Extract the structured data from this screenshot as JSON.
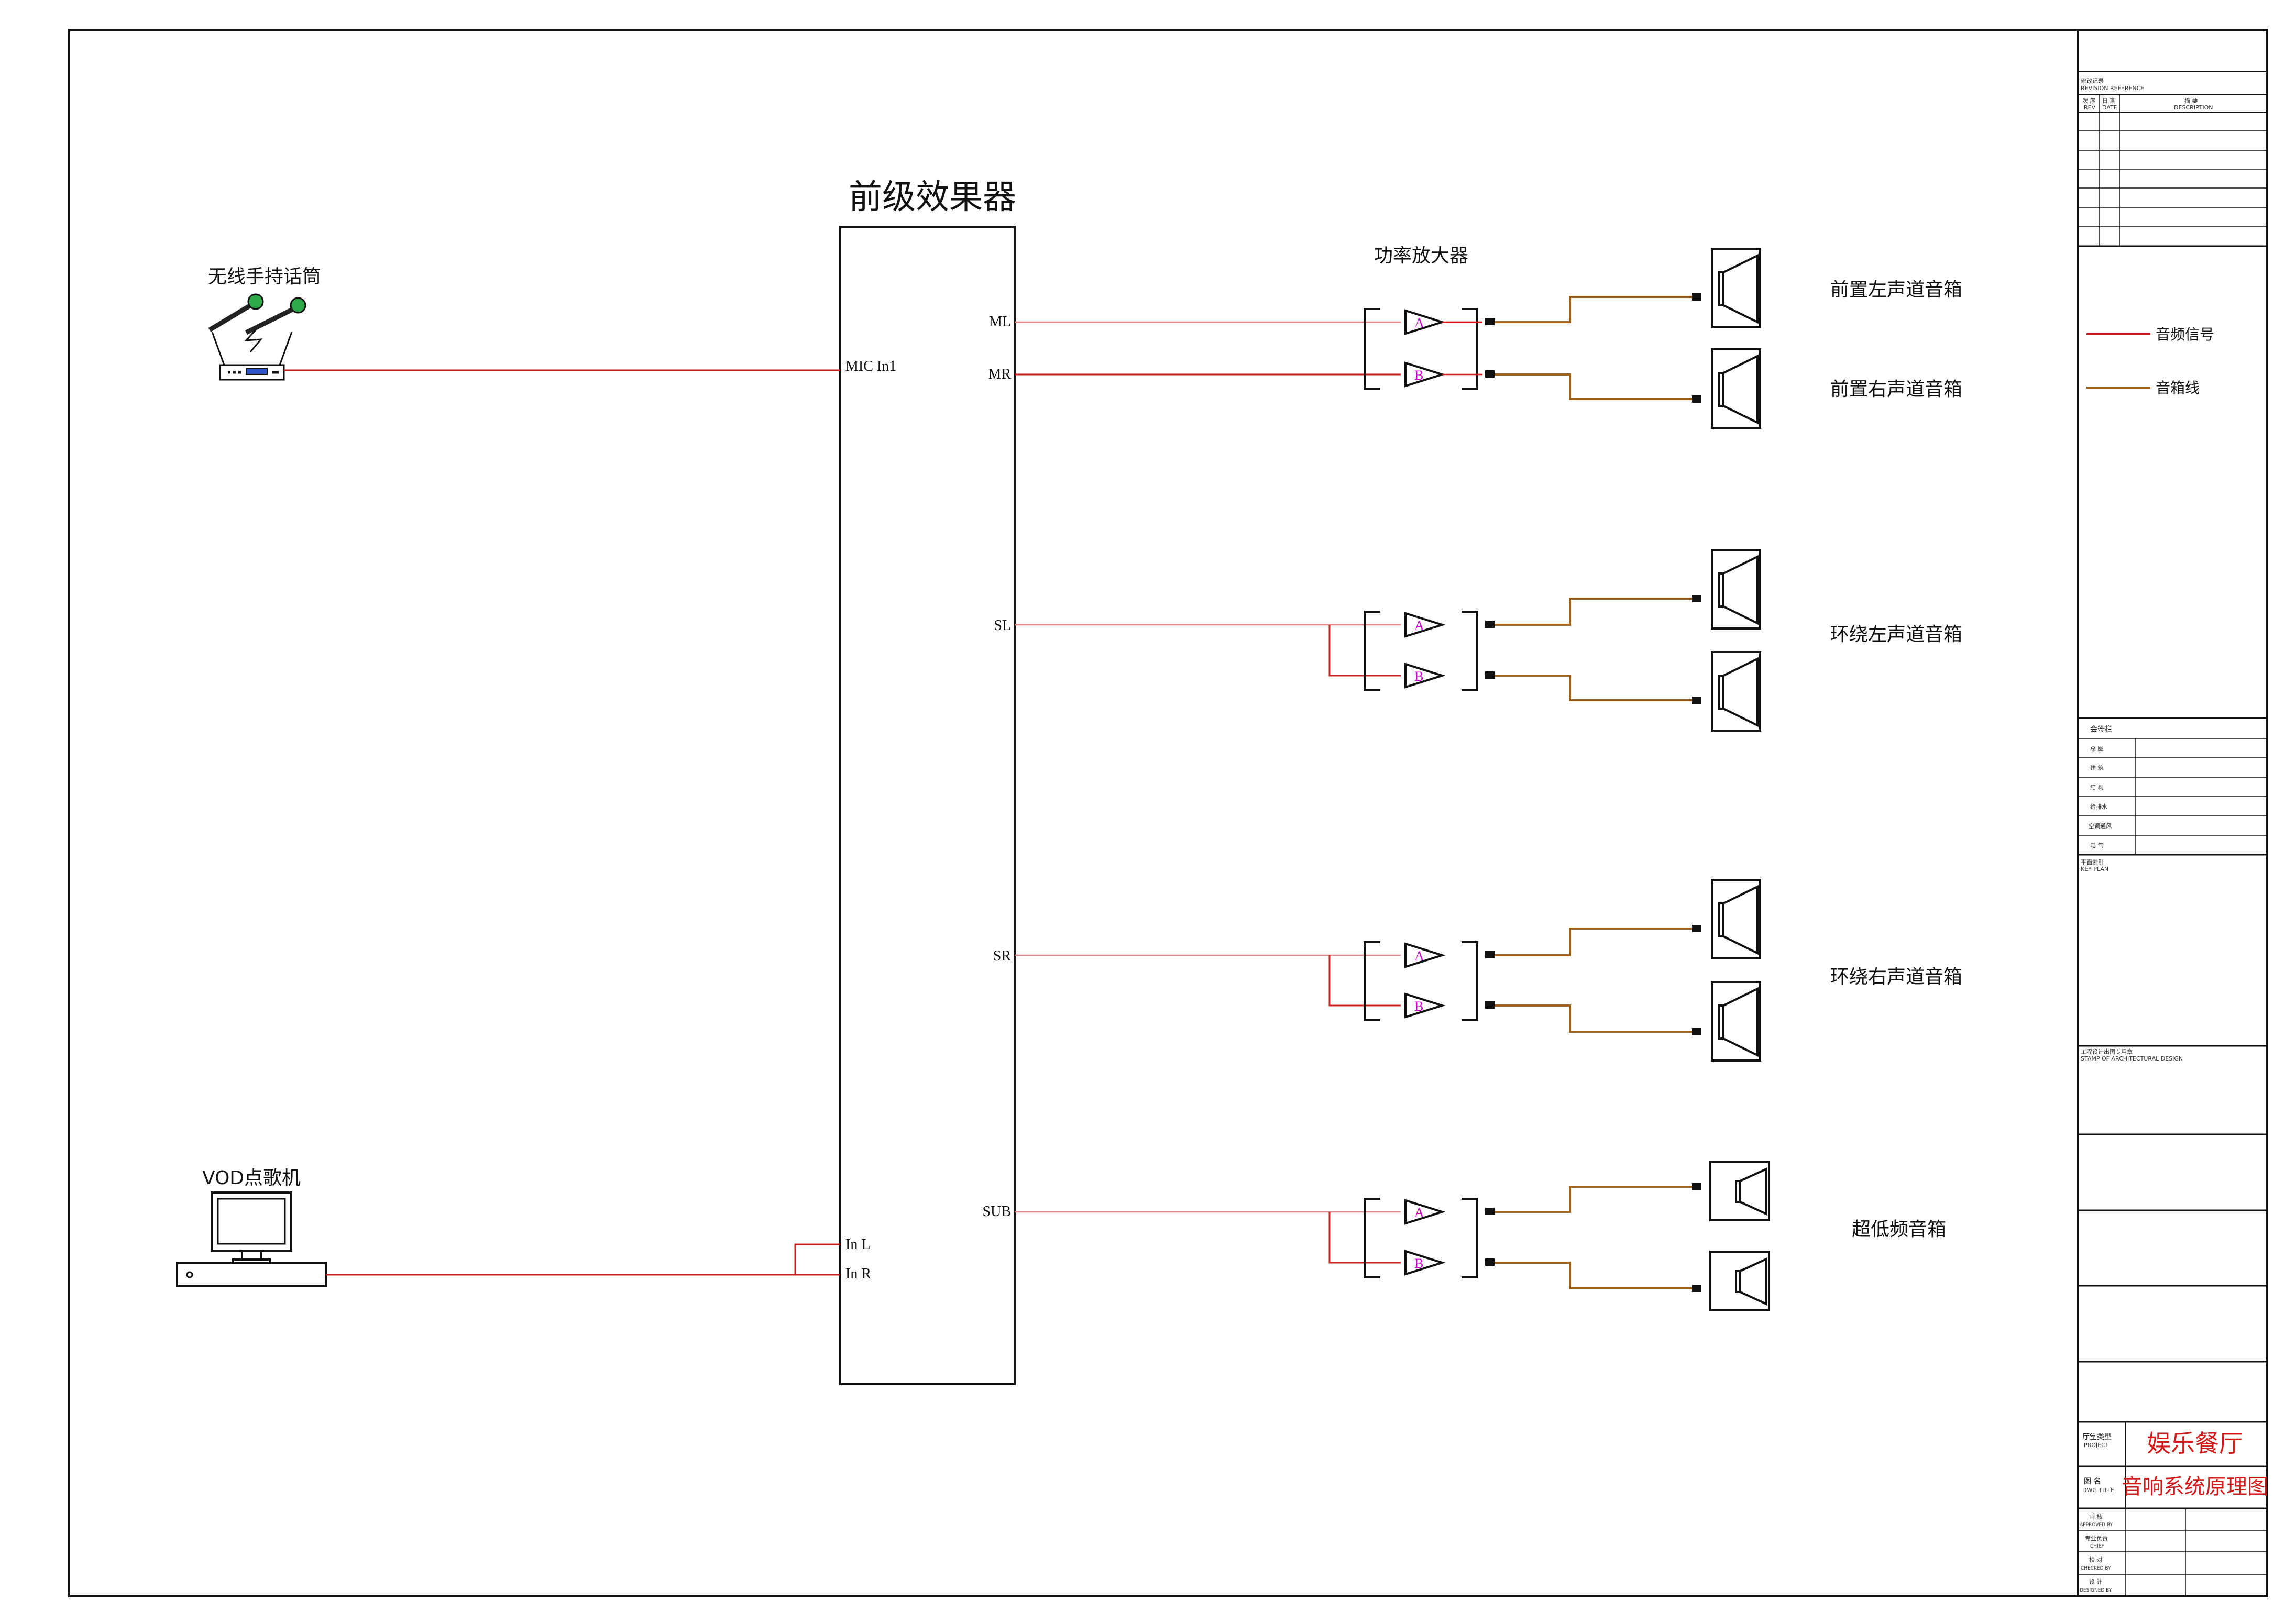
{
  "diagram": {
    "processor_title": "前级效果器",
    "amplifier_title": "功率放大器",
    "mic_label": "无线手持话筒",
    "vod_label": "VOD点歌机",
    "processor_inputs": {
      "mic": "MIC In1",
      "in_l": "In L",
      "in_r": "In R"
    },
    "processor_outputs": [
      "ML",
      "MR",
      "SL",
      "SR",
      "SUB"
    ],
    "amp_channel_a": "A",
    "amp_channel_b": "B",
    "speaker_groups": [
      "前置左声道音箱",
      "前置右声道音箱",
      "环绕左声道音箱",
      "环绕右声道音箱",
      "超低频音箱"
    ]
  },
  "legend": {
    "audio_signal": "音频信号",
    "speaker_wire": "音箱线"
  },
  "title_block": {
    "revision_header": "修改记录",
    "revision_header_en": "REVISION REFERENCE",
    "rev_col": "次 序",
    "rev_col_en": "REV",
    "date_col": "日 期",
    "date_col_en": "DATE",
    "desc_col": "摘 要",
    "desc_col_en": "DESCRIPTION",
    "signoff_header": "会签栏",
    "signoff_rows": [
      "总 图",
      "建 筑",
      "结 构",
      "给排水",
      "空调通风",
      "电 气"
    ],
    "key_plan": "平面索引",
    "key_plan_en": "KEY PLAN",
    "stamp": "工程设计出图专用章",
    "stamp_en": "STAMP OF ARCHITECTURAL DESIGN",
    "project_label": "厅堂类型",
    "project_label_en": "PROJECT",
    "project_name": "娱乐餐厅",
    "drawing_label": "图 名",
    "drawing_label_en": "DWG TITLE",
    "drawing_title": "音响系统原理图",
    "approvals": [
      {
        "cn": "审 核",
        "en": "APPROVED BY"
      },
      {
        "cn": "专业负责",
        "en": "CHIEF"
      },
      {
        "cn": "校 对",
        "en": "CHECKED BY"
      },
      {
        "cn": "设 计",
        "en": "DESIGNED BY"
      }
    ]
  },
  "colors": {
    "audio_signal": "#cc1f1f",
    "signal_light": "#e08a8a",
    "speaker_wire": "#a0621b",
    "line": "#111111",
    "channel_text": "#cc00cc",
    "project_text": "#d11a1a"
  },
  "icons": {
    "mic": "wireless-microphone-receiver-icon",
    "vod": "vod-computer-icon",
    "amp": "amplifier-triangle-icon",
    "speaker": "speaker-icon",
    "sub": "subwoofer-icon"
  }
}
